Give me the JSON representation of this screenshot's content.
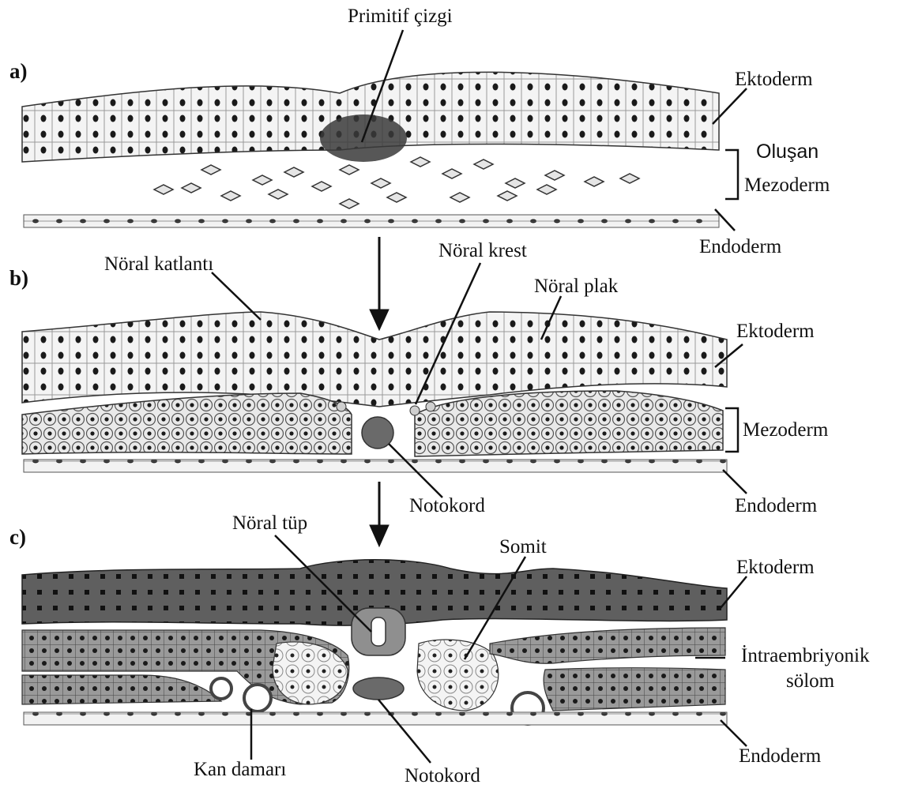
{
  "panels": {
    "a": {
      "letter": "a)",
      "labels": {
        "primitive_streak": "Primitif çizgi",
        "ectoderm": "Ektoderm",
        "forming_mesoderm_line1": "Oluşan",
        "forming_mesoderm_line2": "Mezoderm",
        "endoderm": "Endoderm"
      }
    },
    "b": {
      "letter": "b)",
      "labels": {
        "neural_fold": "Nöral katlantı",
        "neural_crest": "Nöral krest",
        "neural_plate": "Nöral plak",
        "ectoderm": "Ektoderm",
        "mesoderm": "Mezoderm",
        "notochord": "Notokord",
        "endoderm": "Endoderm"
      }
    },
    "c": {
      "letter": "c)",
      "labels": {
        "neural_tube": "Nöral tüp",
        "somite": "Somit",
        "ectoderm": "Ektoderm",
        "coelom_line1": "İntraembriyonik",
        "coelom_line2": "sölom",
        "blood_vessel": "Kan damarı",
        "notochord": "Notokord",
        "endoderm": "Endoderm"
      }
    }
  },
  "colors": {
    "ink": "#111111",
    "cell_fill": "#f2f2f2",
    "dark_ectoderm": "#5e5e5e",
    "dense_tissue": "#8a8a8a",
    "notochord": "#6a6a6a"
  }
}
